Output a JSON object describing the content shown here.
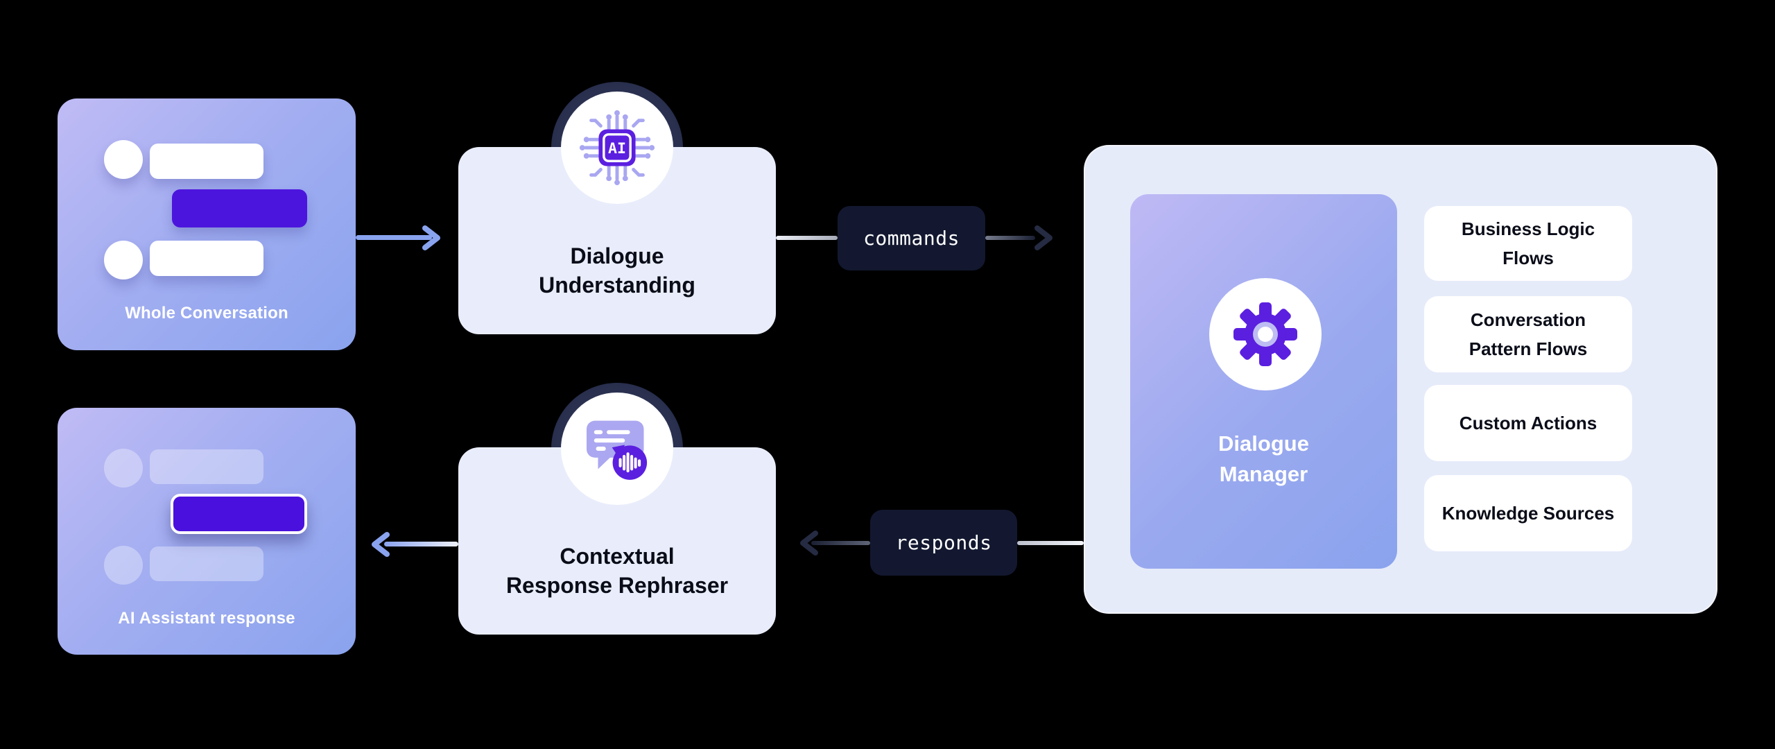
{
  "diagram": {
    "conversation_card": {
      "caption": "Whole Conversation"
    },
    "response_card": {
      "caption": "AI Assistant response"
    },
    "understanding_box": {
      "label": "Dialogue\nUnderstanding",
      "chip_text": "AI"
    },
    "rephraser_box": {
      "label": "Contextual\nResponse Rephraser"
    },
    "flow": {
      "commands": "commands",
      "responds": "responds"
    },
    "manager_panel": {
      "card_label": "Dialogue\nManager",
      "items": [
        {
          "label": "Business Logic\nFlows"
        },
        {
          "label": "Conversation\nPattern Flows"
        },
        {
          "label": "Custom Actions"
        },
        {
          "label": "Knowledge Sources"
        }
      ]
    },
    "colors": {
      "background": "#000000",
      "accent_purple": "#4c15dd",
      "icon_purple": "#5b1fe0",
      "icon_lavender": "#a9a7f1",
      "arrow_blue": "#8aa3ef",
      "badge_navy": "#131830",
      "box_lavender": "#e9edfb",
      "panel_lavender": "#e6ebfa",
      "card_gradient_start": "#c0bbf5",
      "card_gradient_end": "#8aa3ee"
    }
  }
}
